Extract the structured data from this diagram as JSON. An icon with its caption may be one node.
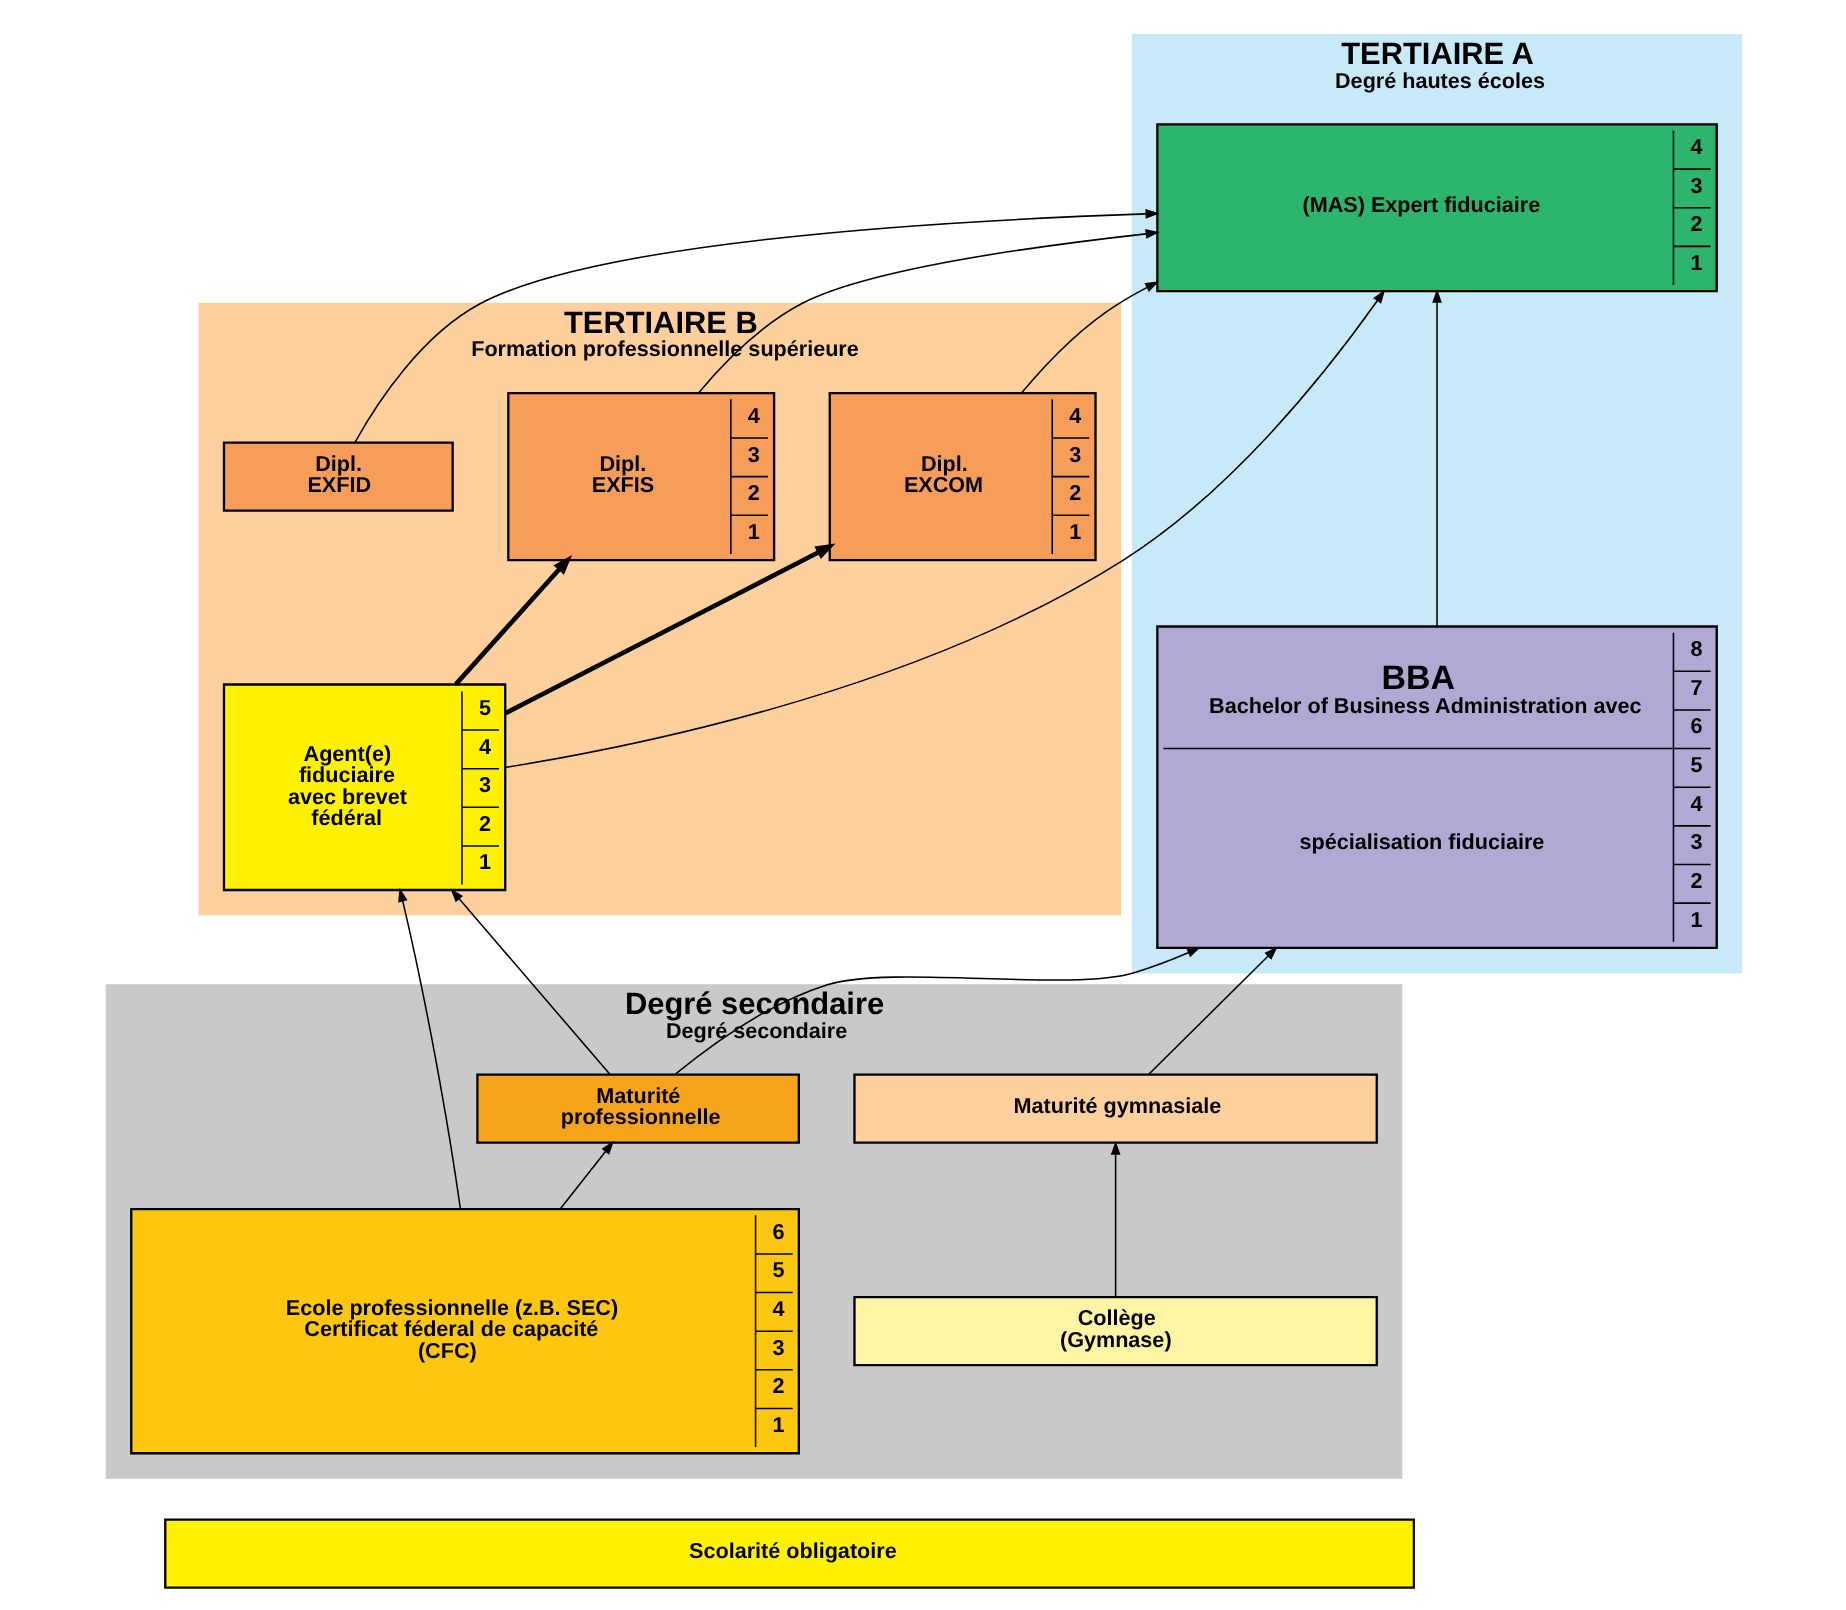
{
  "diagram": {
    "nodes": [
      {
        "text": [
          "TERTIAIRE B",
          "Formation professionnelle supérieure"
        ]
      },
      {
        "text": [
          "TERTIAIRE A",
          "Degré hautes écoles"
        ]
      },
      {
        "text": [
          "Degré secondaire",
          "Degré secondaire"
        ]
      },
      {
        "text": [
          "Dipl. EXFID"
        ],
        "in": 0
      },
      {
        "text": [
          "Dipl. EXFIS",
          "4",
          "3",
          "2",
          "1"
        ],
        "in": 0
      },
      {
        "text": [
          "Dipl. EXCOM",
          "4",
          "3",
          "2",
          "1"
        ],
        "in": 0
      },
      {
        "text": [
          "Agent(e) fiduciaire avec brevet fédéral",
          "5",
          "4",
          "3",
          "2",
          "1"
        ],
        "in": 0
      },
      {
        "text": [
          "(MAS) Expert fiduciaire",
          "4",
          "3",
          "2",
          "1"
        ],
        "in": 1
      },
      {
        "text": [
          "BBA",
          "Bachelor of Business Administration avec",
          "spécialisation fiduciaire",
          "8",
          "7",
          "6",
          "5",
          "4",
          "3",
          "2",
          "1"
        ],
        "in": 1
      },
      {
        "text": [
          "Maturité professionnelle"
        ],
        "in": 2
      },
      {
        "text": [
          "Maturité gymnasiale"
        ],
        "in": 2
      },
      {
        "text": [
          "Ecole professionnelle (z.B. SEC) Certificat féderal de capacité (CFC)",
          "6",
          "5",
          "4",
          "3",
          "2",
          "1"
        ],
        "in": 2
      },
      {
        "text": [
          "Collège (Gymnase)"
        ],
        "in": 2
      },
      {
        "text": [
          "Scolarité obligatoire"
        ]
      }
    ],
    "edges": [
      {
        "from": 3,
        "to": 7,
        "arrow": "to"
      },
      {
        "from": 4,
        "to": 7,
        "arrow": "to"
      },
      {
        "from": 5,
        "to": 7,
        "arrow": "to"
      },
      {
        "from": 6,
        "to": 4,
        "arrow": "to",
        "style": "thick"
      },
      {
        "from": 6,
        "to": 5,
        "arrow": "to",
        "style": "thick"
      },
      {
        "from": 6,
        "to": 7,
        "arrow": "to"
      },
      {
        "from": 8,
        "to": 7,
        "arrow": "to"
      },
      {
        "from": 11,
        "to": 6,
        "arrow": "to"
      },
      {
        "from": 9,
        "to": 6,
        "arrow": "to"
      },
      {
        "from": 9,
        "to": 8,
        "arrow": "to"
      },
      {
        "from": 11,
        "to": 9,
        "arrow": "to"
      },
      {
        "from": 10,
        "to": 8,
        "arrow": "to"
      },
      {
        "from": 12,
        "to": 10,
        "arrow": "to"
      }
    ]
  }
}
